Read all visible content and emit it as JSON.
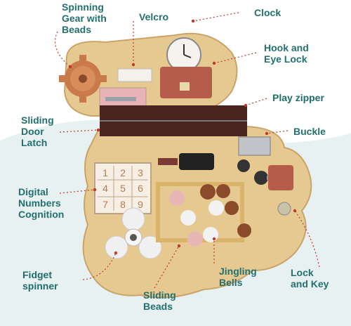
{
  "labels": {
    "spinning_gear": [
      "Spinning",
      "Gear with",
      "Beads"
    ],
    "velcro": "Velcro",
    "clock": "Clock",
    "hook_eye_lock": [
      "Hook and",
      "Eye Lock"
    ],
    "play_zipper": "Play zipper",
    "sliding_door_latch": [
      "Sliding",
      "Door",
      "Latch"
    ],
    "buckle": "Buckle",
    "digital_numbers": [
      "Digital",
      "Numbers",
      "Cognition"
    ],
    "fidget_spinner": [
      "Fidget",
      "spinner"
    ],
    "jingling_bells": [
      "Jingling",
      "Bells"
    ],
    "lock_and_key": [
      "Lock",
      "and Key"
    ],
    "sliding_beads": [
      "Sliding",
      "Beads"
    ]
  },
  "number_grid": [
    "1",
    "2",
    "3",
    "4",
    "5",
    "6",
    "7",
    "8",
    "9"
  ],
  "colors": {
    "label": "#23706f",
    "connector": "#c0392b",
    "wood": "#e6c991",
    "wood_edge": "#c9a46a",
    "background_wave": "#e7f1f2"
  }
}
